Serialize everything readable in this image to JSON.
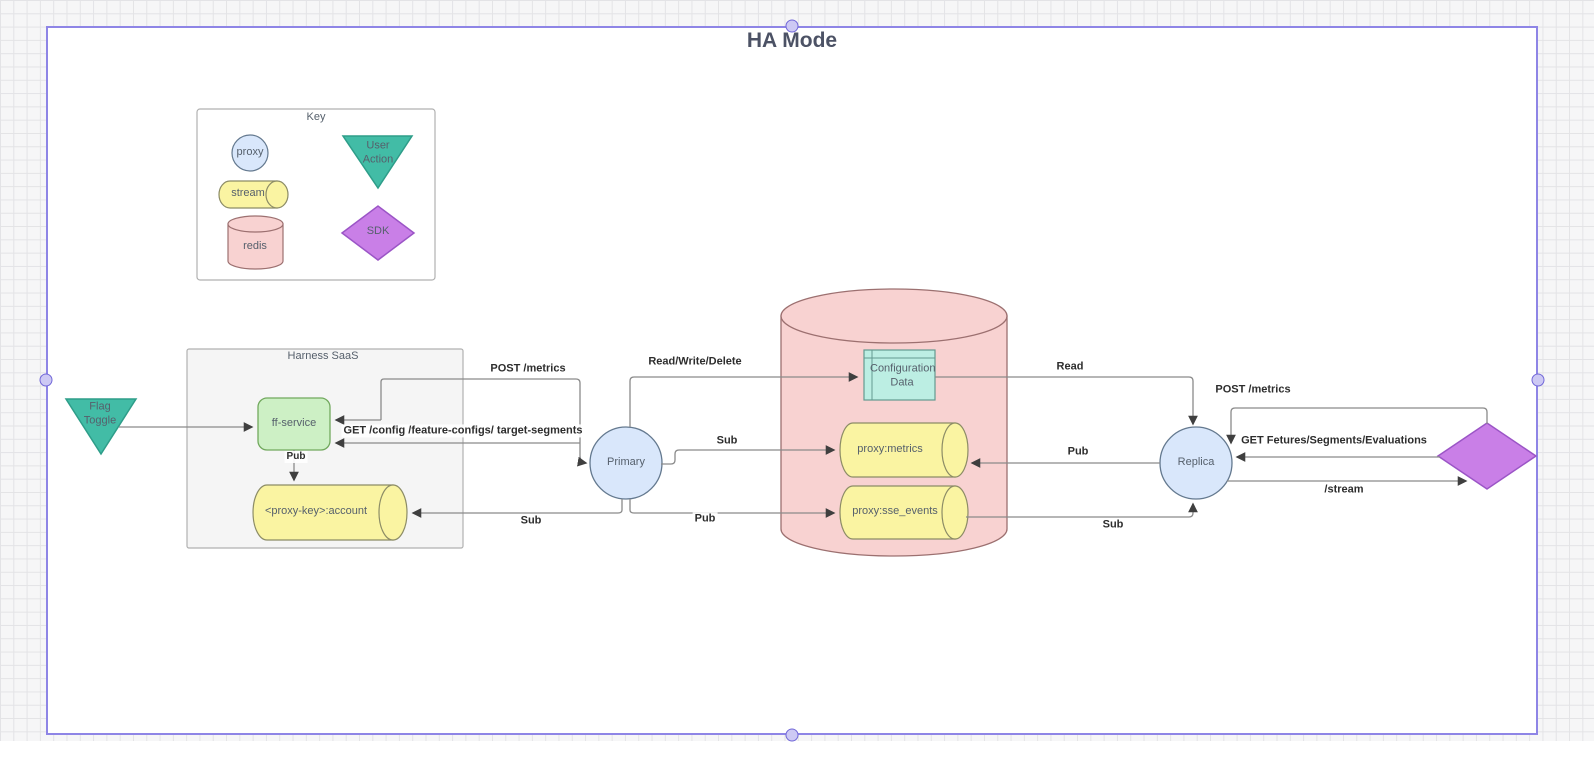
{
  "title": "HA Mode",
  "key": {
    "title": "Key",
    "proxy": "proxy",
    "stream": "stream",
    "redis": "redis",
    "user_action": "User Action",
    "sdk": "SDK"
  },
  "nodes": {
    "flag_toggle": "Flag Toggle",
    "harness_saas": "Harness SaaS",
    "ff_service": "ff-service",
    "account_stream": "<proxy-key>:account",
    "primary": "Primary",
    "replica": "Replica",
    "config_data": "Configuration Data",
    "proxy_metrics": "proxy:metrics",
    "proxy_sse": "proxy:sse_events"
  },
  "edge_labels": {
    "post_metrics_left": "POST /metrics",
    "read_write_delete": "Read/Write/Delete",
    "read": "Read",
    "get_config": "GET /config /feature-configs/ target-segments",
    "sub_primary_metrics": "Sub",
    "pub_replica_metrics": "Pub",
    "post_metrics_right": "POST /metrics",
    "get_fetures": "GET Fetures/Segments/Evaluations",
    "stream": "/stream",
    "sub_primary_account": "Sub",
    "pub_primary_sse": "Pub",
    "sub_sse_replica": "Sub",
    "pub_ff_account": "Pub"
  },
  "colors": {
    "selection_border": "#8e85e6",
    "handle_fill": "#cdc9f4",
    "proxy_blue_fill": "#d9e7fb",
    "proxy_blue_stroke": "#64798f",
    "stream_yellow_fill": "#faf4a2",
    "stream_yellow_stroke": "#8c8c66",
    "redis_pink_fill": "#f8d2d1",
    "redis_pink_stroke": "#9c7070",
    "user_action_teal_fill": "#42bca6",
    "user_action_teal_stroke": "#2e9d89",
    "sdk_purple_fill": "#c97fe7",
    "sdk_purple_stroke": "#9b55c6",
    "ff_green_fill": "#cdf0c5",
    "ff_green_stroke": "#72a95e",
    "config_teal_fill": "#bceee3",
    "config_teal_stroke": "#639a90",
    "container_gray_fill": "#f5f5f5",
    "container_stroke": "#b0b0b0",
    "edge_stroke": "#8a8a8a",
    "arrow_fill": "#3f3f3f"
  }
}
